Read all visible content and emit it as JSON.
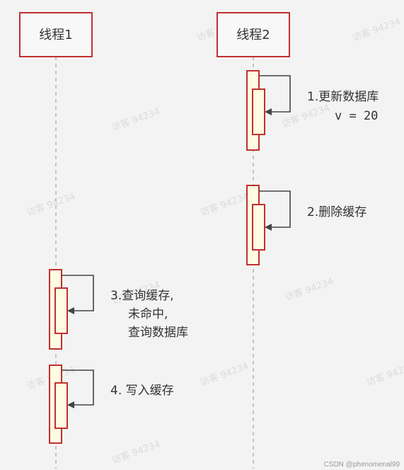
{
  "participants": {
    "thread1": "线程1",
    "thread2": "线程2"
  },
  "messages": {
    "m1_line1": "1.更新数据库",
    "m1_line2": "v = 20",
    "m2": "2.删除缓存",
    "m3_line1": "3.查询缓存,",
    "m3_line2": "未命中,",
    "m3_line3": "查询数据库",
    "m4": "4. 写入缓存"
  },
  "watermark": "访客 94234",
  "footer": "CSDN @phenomenal99",
  "colors": {
    "activation_fill": "#fdfbe2",
    "activation_stroke": "#c0302f",
    "box_stroke": "#c0302f",
    "arrow": "#444444",
    "lifeline": "#b5b5b5"
  }
}
